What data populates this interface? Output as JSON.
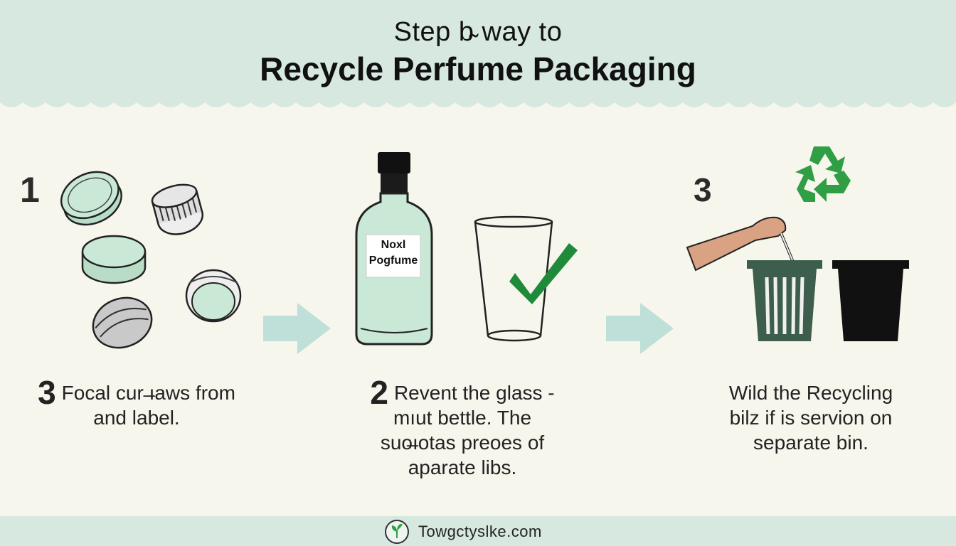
{
  "header": {
    "title_line1": "Step b̴ way to",
    "title_line2": "Recycle Perfume Packaging"
  },
  "steps": [
    {
      "corner_number": "1",
      "caption_number": "3",
      "caption_lines": [
        "Focal cur ̶ıaws from",
        "and label."
      ]
    },
    {
      "bottle_label": [
        "Noxl",
        "Pogfume"
      ],
      "caption_number": "2",
      "caption_lines": [
        "Revent the glass -",
        "mıut bettle. The",
        "suo̶ıotas preoes of",
        "aparate libs."
      ]
    },
    {
      "corner_number": "3",
      "caption_lines": [
        "Wild the Recycling",
        "bilz if is  servion on",
        "separate bin."
      ]
    }
  ],
  "footer": {
    "site": "Towgctyslke.com",
    "logo_icon": "leaf-icon"
  },
  "colors": {
    "header_bg": "#d6e8df",
    "page_bg": "#f7f6ec",
    "mint": "#c9e9d6",
    "recycle_green": "#2f9e44",
    "check_green": "#1f8a3a",
    "bin_green": "#3d5e4d",
    "arrow": "#bfe0d8"
  }
}
